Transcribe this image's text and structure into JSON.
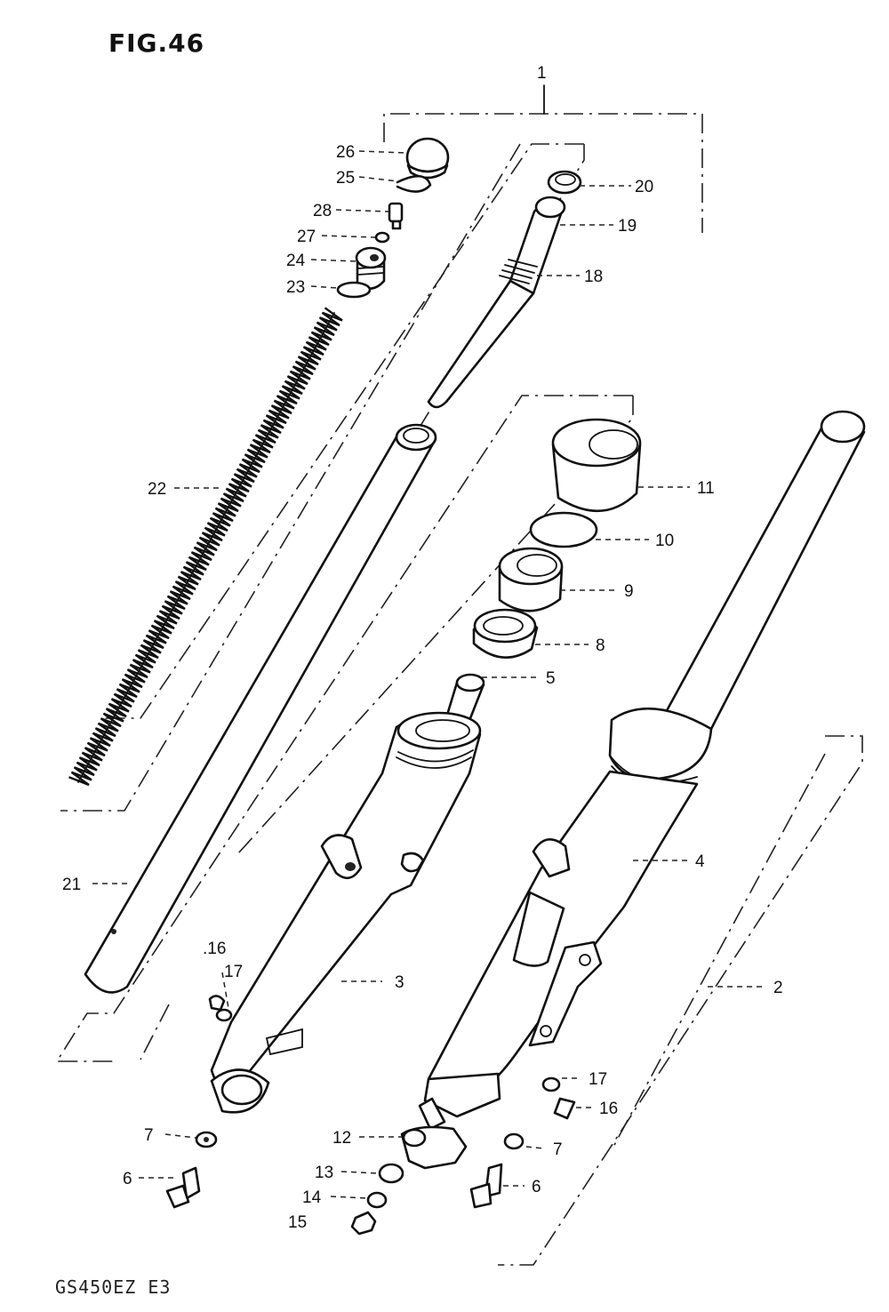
{
  "header": {
    "figure_label": "FIG.46"
  },
  "footer": {
    "model_code": "GS450EZ  E3"
  },
  "callouts": {
    "c1": "1",
    "c2": "2",
    "c3": "3",
    "c4": "4",
    "c5": "5",
    "c6a": "6",
    "c6b": "6",
    "c7a": "7",
    "c7b": "7",
    "c8": "8",
    "c9": "9",
    "c10": "10",
    "c11": "11",
    "c12": "12",
    "c13": "13",
    "c14": "14",
    "c15": "15",
    "c16a": ".16",
    "c16b": "16",
    "c17a": "17",
    "c17b": "17",
    "c18": "18",
    "c19": "19",
    "c20": "20",
    "c21": "21",
    "c22": "22",
    "c23": "23",
    "c24": "24",
    "c25": "25",
    "c26": "26",
    "c27": "27",
    "c28": "28"
  },
  "colors": {
    "ink": "#111111",
    "paper": "#ffffff"
  }
}
